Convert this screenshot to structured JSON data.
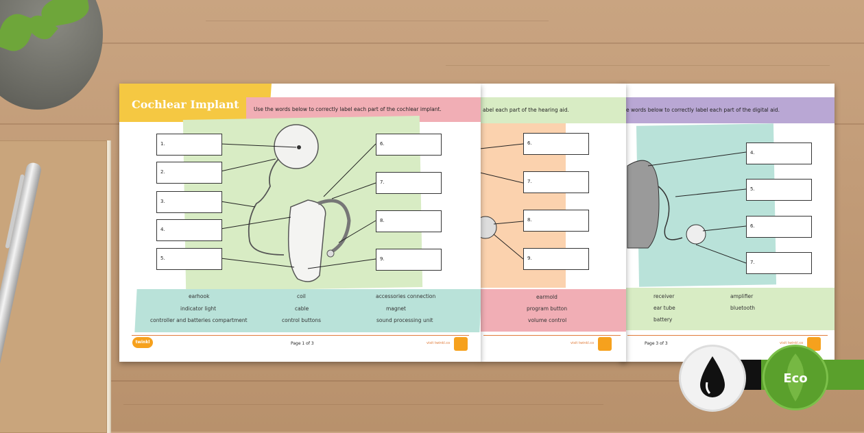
{
  "sheet1": {
    "title": "Cochlear Implant",
    "instruction": "Use the words below to correctly label each part of the cochlear implant.",
    "labels_left": [
      "1.",
      "2.",
      "3.",
      "4.",
      "5."
    ],
    "labels_right": [
      "6.",
      "7.",
      "8.",
      "9."
    ],
    "word_bank": [
      "earhook",
      "coil",
      "accessories connection",
      "indicator light",
      "cable",
      "magnet",
      "controller and batteries compartment",
      "control buttons",
      "sound processing unit"
    ],
    "page": "Page 1 of 3",
    "brand": "twinkl",
    "site": "visit twinkl.co"
  },
  "sheet2": {
    "instruction": "abel each part of the hearing aid.",
    "labels": [
      "6.",
      "7.",
      "8.",
      "9."
    ],
    "word_bank": [
      "earmold",
      "program button",
      "volume control"
    ],
    "site": "visit twinkl.co"
  },
  "sheet3": {
    "instruction": "e words below to correctly label each part of the digital aid.",
    "labels": [
      "4.",
      "5.",
      "6.",
      "7."
    ],
    "word_bank": [
      "receiver",
      "amplifier",
      "ear tube",
      "bluetooth",
      "battery"
    ],
    "page": "Page 3 of 3",
    "site": "visit twinkl.co"
  },
  "badges": {
    "eco": "Eco"
  },
  "colors": {
    "yellow": "#f5c842",
    "pink": "#f1aeb5",
    "green_bg": "#d8ecc4",
    "teal": "#b9e2d9",
    "orange": "#fbd2ae",
    "purple": "#b9a7d4",
    "eco_green": "#5aa02c"
  }
}
